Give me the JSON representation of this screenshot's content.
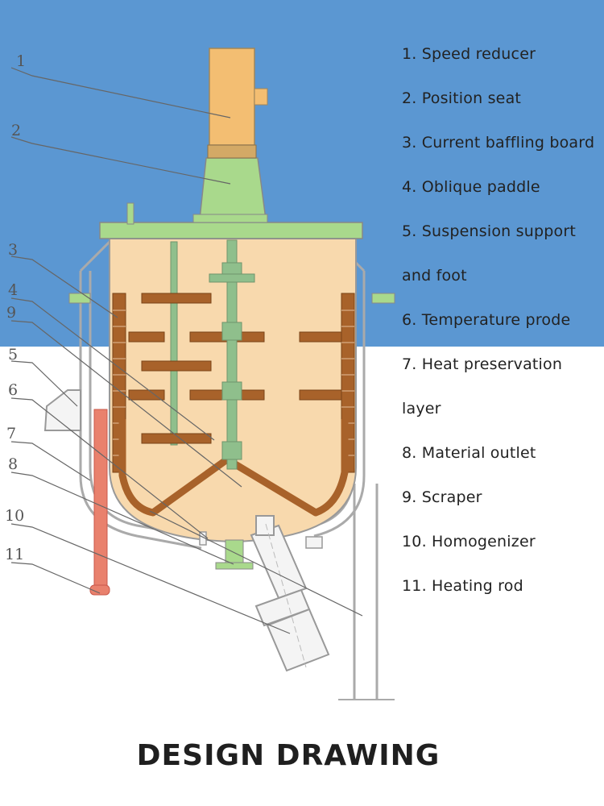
{
  "legend": [
    "1. Speed reducer",
    "2. Position seat",
    "3. Current baffling board",
    "4. Oblique paddle",
    "5. Suspension support",
    "and foot",
    "6. Temperature prode",
    "7. Heat preservation",
    "layer",
    "8. Material outlet",
    "9. Scraper",
    "10. Homogenizer",
    "11. Heating rod"
  ],
  "callout_numbers": [
    "1",
    "2",
    "3",
    "4",
    "9",
    "5",
    "6",
    "7",
    "8",
    "10",
    "11"
  ],
  "title": "DESIGN DRAWING",
  "colors": {
    "background_top": "#5b97d2",
    "motor": "#f3be72",
    "seat": "#a9d98c",
    "tank_fill": "#f8d9ad",
    "paddle": "#a8622a",
    "shaft": "#8fbf8c",
    "heating_rod": "#e9816d"
  }
}
